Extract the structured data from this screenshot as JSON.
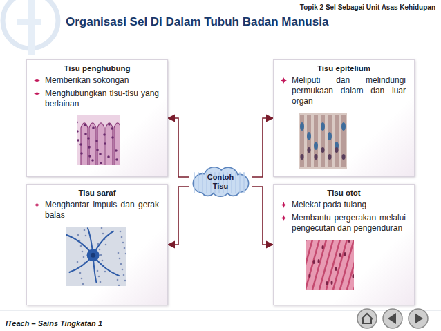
{
  "diagram": {
    "title": "Organisasi Sel Di Dalam Tubuh Badan Manusia",
    "nodes": [
      {
        "text": [
          "Tisu penghubung",
          "Memberikan sokongan",
          "Menghubungkan tisu-tisu yang berlainan"
        ]
      },
      {
        "text": [
          "Tisu epitelium",
          "Meliputi dan melindungi permukaan dalam dan luar organ"
        ]
      },
      {
        "text": [
          "Contoh Tisu"
        ]
      },
      {
        "text": [
          "Tisu saraf",
          "Menghantar impuls dan gerak balas"
        ]
      },
      {
        "text": [
          "Tisu otot",
          "Melekat pada tulang",
          "Membantu pergerakan melalui pengecutan dan pengenduran"
        ]
      }
    ],
    "edges": [
      {
        "from": 2,
        "to": 0,
        "arrow": "to"
      },
      {
        "from": 2,
        "to": 1,
        "arrow": "to"
      },
      {
        "from": 2,
        "to": 3,
        "arrow": "to"
      },
      {
        "from": 2,
        "to": 4,
        "arrow": "to"
      }
    ],
    "labels": [
      "Topik 2 Sel Sebagai Unit Asas Kehidupan",
      "ITeach – Sains Tingkatan 1"
    ]
  }
}
